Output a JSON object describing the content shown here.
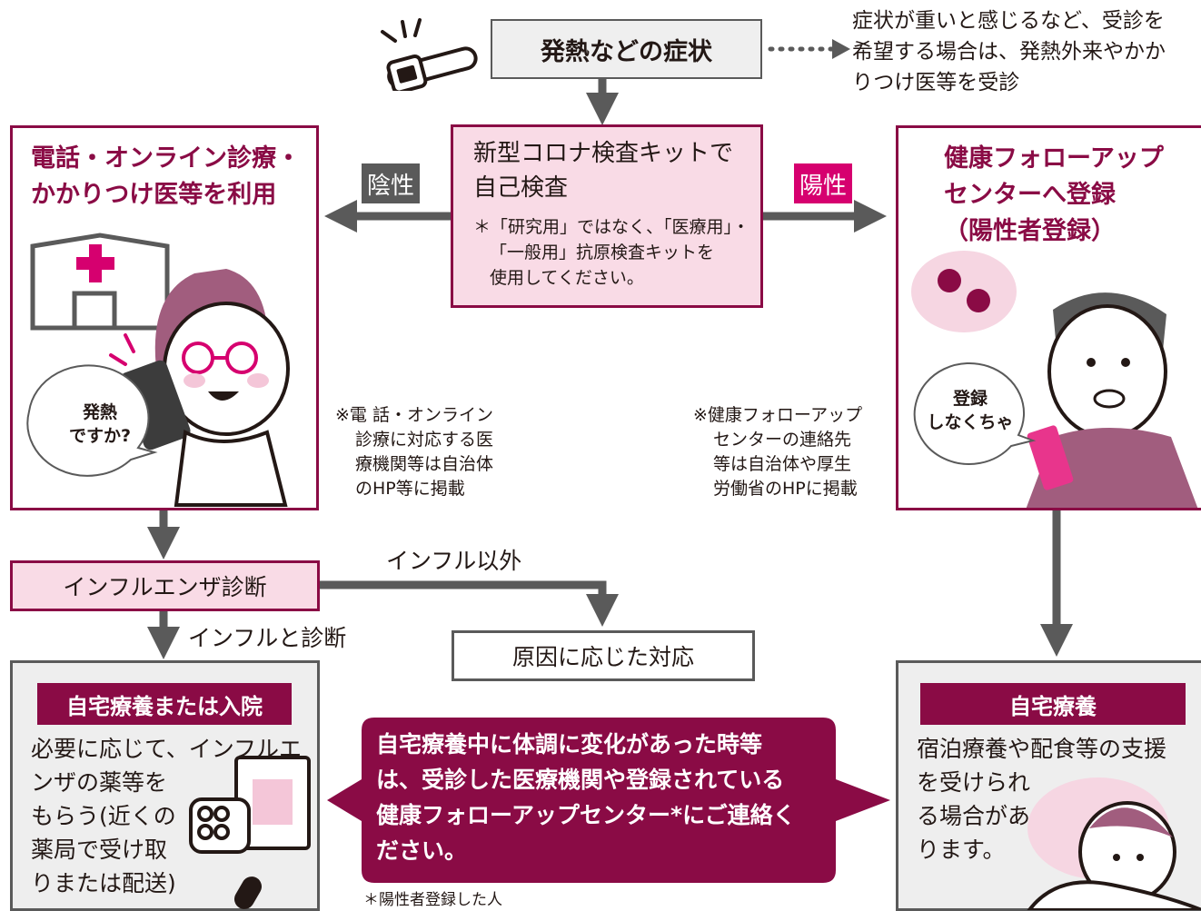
{
  "symptom": {
    "label": "発熱などの症状"
  },
  "symptom_note": {
    "lines": [
      "症状が重いと感じるなど、受診を",
      "希望する場合は、発熱外来やかか",
      "りつけ医等を受診"
    ]
  },
  "self_test": {
    "title_lines": [
      "新型コロナ検査キットで",
      "自己検査"
    ],
    "note_lines": [
      "＊「研究用」ではなく、「医療用」・",
      "「一般用」抗原検査キットを",
      "使用してください。"
    ]
  },
  "negative_tag": "陰性",
  "positive_tag": "陽性",
  "left_box": {
    "title_lines": [
      "電話・オンライン診療・",
      "かかりつけ医等を利用"
    ],
    "speech_lines": [
      "発熱",
      "ですか?"
    ]
  },
  "left_note": {
    "lines": [
      "※電 話・オンライン",
      "診療に対応する医",
      "療機関等は自治体",
      "のHP等に掲載"
    ]
  },
  "right_box": {
    "title_lines": [
      "健康フォローアップ",
      "センターへ登録",
      "（陽性者登録）"
    ],
    "speech_lines": [
      "登録",
      "しなくちゃ"
    ]
  },
  "right_note": {
    "lines": [
      "※健康フォローアップ",
      "センターの連絡先",
      "等は自治体や厚生",
      "労働省のHPに掲載"
    ]
  },
  "flu_diag": {
    "label": "インフルエンザ診断"
  },
  "other_label": "インフル以外",
  "flu_label": "インフルと診断",
  "cause_box": {
    "label": "原因に応じた対応"
  },
  "home_hospital": {
    "banner": "自宅療養または入院",
    "lines": [
      "必要に応じて、インフルエ",
      "ンザの薬等を",
      "もらう(近くの",
      "薬局で受け取",
      "りまたは配送)"
    ]
  },
  "home_care": {
    "banner": "自宅療養",
    "lines": [
      "宿泊療養や配食等の支援",
      "を受けられ",
      "る場合があ",
      "ります。"
    ]
  },
  "contact": {
    "lines": [
      "自宅療養中に体調に変化があった時等",
      "は、受診した医療機関や登録されている",
      "健康フォローアップセンター*にご連絡く",
      "ださい。"
    ]
  },
  "footnote": "＊陽性者登録した人",
  "colors": {
    "maroon": "#8a0b45",
    "pink": "#d6006f",
    "gray": "#5a5a5a",
    "pink_fill": "#f9dbe6"
  }
}
